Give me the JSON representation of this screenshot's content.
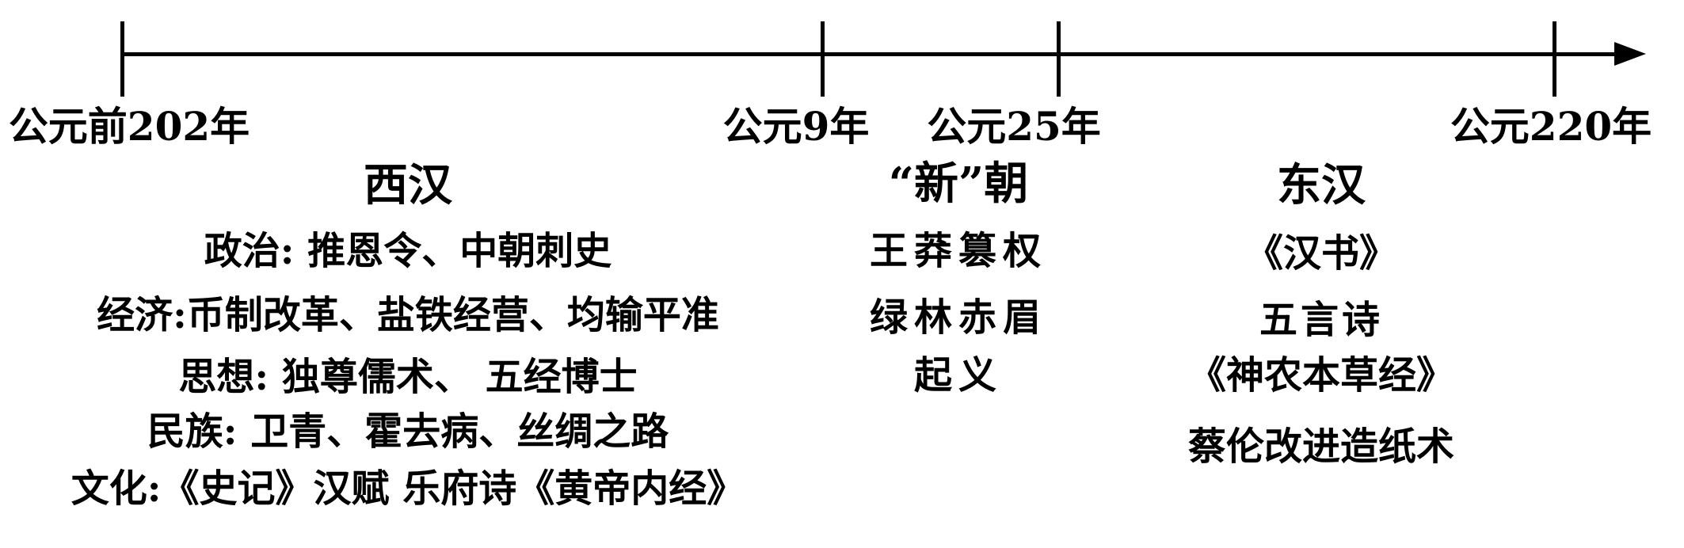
{
  "page": {
    "type": "history-timeline",
    "background_color": "#ffffff",
    "ink_color": "#000000"
  },
  "timeline": {
    "direction": "left-to-right",
    "arrow_icon": "right-arrowhead",
    "years": [
      {
        "label": "公元前202年"
      },
      {
        "label": "公元9年"
      },
      {
        "label": "公元25年"
      },
      {
        "label": "公元220年"
      }
    ]
  },
  "sections": [
    {
      "title": "西汉",
      "lines": [
        "政治: 推恩令、中朝刺史",
        "经济:币制改革、盐铁经营、均输平准",
        "思想: 独尊儒术、 五经博士",
        "民族: 卫青、霍去病、丝绸之路",
        "文化:《史记》汉赋 乐府诗《黄帝内经》"
      ]
    },
    {
      "title": "“新”朝",
      "lines": [
        "王莽篡权",
        "绿林赤眉",
        "起义"
      ]
    },
    {
      "title": "东汉",
      "lines": [
        "《汉书》",
        "五言诗",
        "《神农本草经》",
        "蔡伦改进造纸术"
      ]
    }
  ]
}
